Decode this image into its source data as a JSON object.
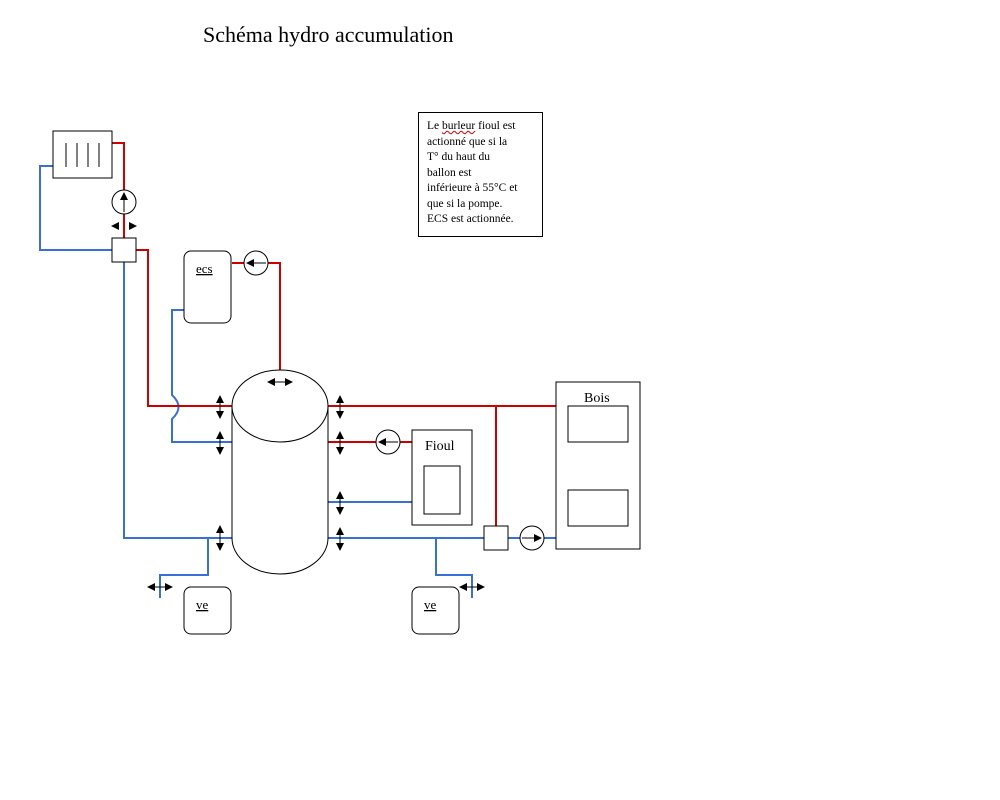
{
  "title": "Schéma hydro accumulation",
  "note": {
    "lines": [
      "Le burleur fioul est",
      "actionné que si la",
      "T° du haut du",
      "ballon est",
      "inférieure à 55°C et",
      "que si la pompe.",
      "ECS est actionnée."
    ]
  },
  "labels": {
    "ecs": "ecs",
    "fioul": "Fioul",
    "bois": "Bois",
    "ve_left": "ve",
    "ve_right": "ve"
  },
  "colors": {
    "hot_pipe": "#cc0000",
    "cold_pipe": "#3a6fd8",
    "outline": "#000000"
  }
}
